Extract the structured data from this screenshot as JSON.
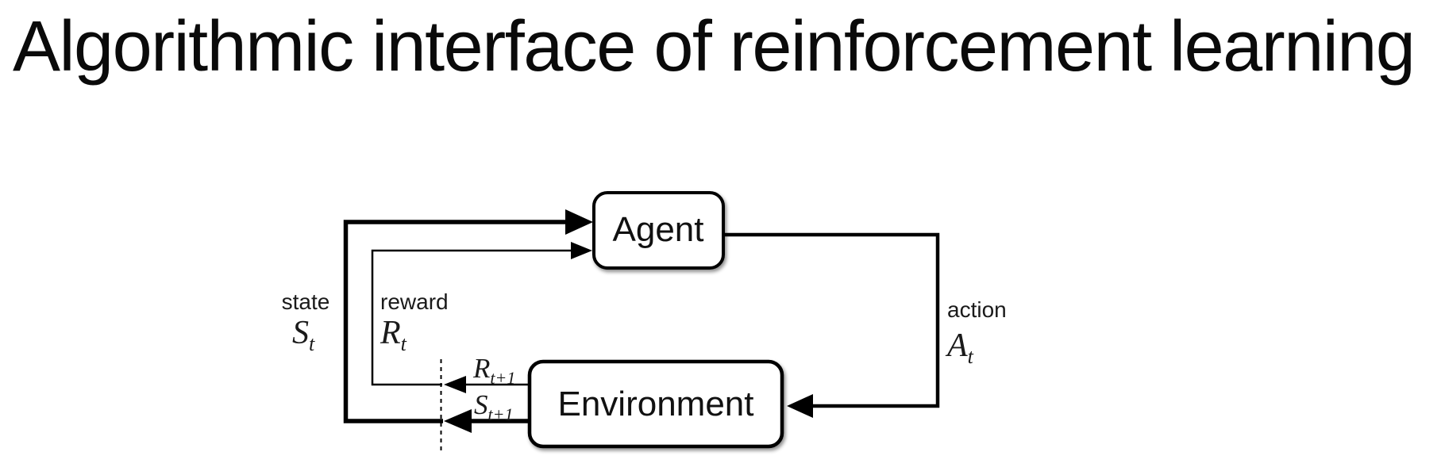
{
  "slide": {
    "title": "Algorithmic interface of reinforcement learning"
  },
  "diagram": {
    "agent": {
      "label": "Agent"
    },
    "environment": {
      "label": "Environment"
    },
    "state": {
      "label": "state",
      "symbol": "S",
      "subscript": "t"
    },
    "reward": {
      "label": "reward",
      "symbol": "R",
      "subscript": "t"
    },
    "action": {
      "label": "action",
      "symbol": "A",
      "subscript": "t"
    },
    "next_reward": {
      "symbol": "R",
      "subscript": "t+1"
    },
    "next_state": {
      "symbol": "S",
      "subscript": "t+1"
    },
    "colors": {
      "line": "#000000",
      "box_fill": "#ffffff",
      "background": "#ffffff",
      "text": "#1a1a1a"
    }
  }
}
